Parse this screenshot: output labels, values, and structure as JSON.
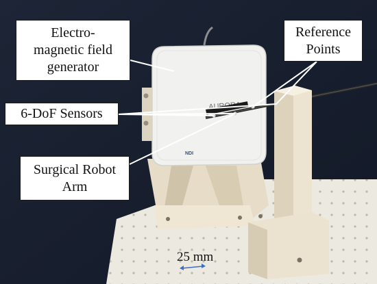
{
  "labels": {
    "emfg": [
      "Electro-",
      "magnetic field",
      "generator"
    ],
    "sensors": "6-DoF Sensors",
    "robot": [
      "Surgical Robot",
      "Arm"
    ],
    "reference": [
      "Reference",
      "Points"
    ],
    "scale": "25 mm",
    "device_text": "AURORA",
    "device_brand": "NDI"
  },
  "colors": {
    "background_dark": "#161d2c",
    "base_plate": "#ece9e1",
    "mount": "#e9e0cc",
    "generator": "#f1f1ef",
    "callout_line": "#ffffff",
    "scale_arrow": "#3a6fc9"
  }
}
